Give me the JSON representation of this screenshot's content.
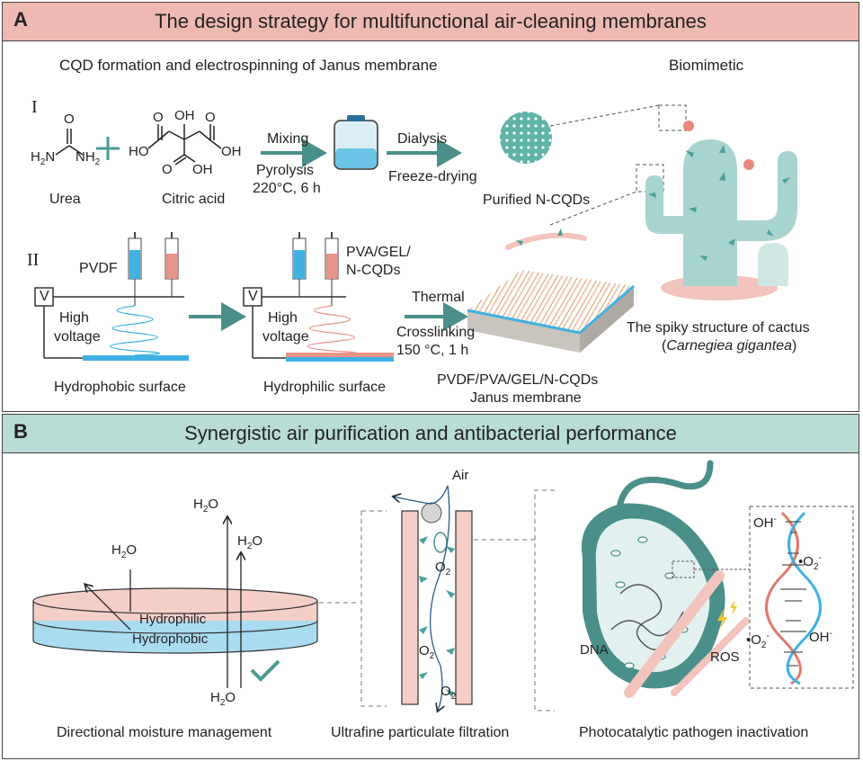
{
  "panel_a": {
    "letter": "A",
    "title": "The design strategy for multifunctional air-cleaning membranes",
    "subtitle_left": "CQD formation and electrospinning of Janus membrane",
    "subtitle_right": "Biomimetic",
    "step1_numeral": "I",
    "step2_numeral": "II",
    "urea_label": "Urea",
    "citric_acid_label": "Citric acid",
    "chem": {
      "h2n": "H",
      "h2n_sub": "2",
      "h2n_tail": "N",
      "nh2": "NH",
      "nh2_sub": "2",
      "o": "O",
      "oh": "OH",
      "ho": "HO"
    },
    "arrow1_top": "Mixing",
    "arrow1_bottom1": "Pyrolysis",
    "arrow1_bottom2": "220°C, 6 h",
    "arrow2_top": "Dialysis",
    "arrow2_bottom": "Freeze-drying",
    "cqd_label": "Purified N-CQDs",
    "pvdf_label": "PVDF",
    "pva_label1": "PVA/GEL/",
    "pva_label2": "N-CQDs",
    "voltage_symbol": "V",
    "high_label": "High",
    "voltage_label": "voltage",
    "hydrophobic_surface": "Hydrophobic surface",
    "hydrophilic_surface": "Hydrophilic surface",
    "thermal1": "Thermal",
    "thermal2": "Crosslinking",
    "thermal3": "150 °C, 1 h",
    "janus1": "PVDF/PVA/GEL/N-CQDs",
    "janus2": "Janus membrane",
    "cactus1": "The spiky structure of cactus",
    "cactus2_open": "(",
    "cactus2_italic": "Carnegiea gigantea",
    "cactus2_close": ")"
  },
  "panel_b": {
    "letter": "B",
    "title": "Synergistic air purification and antibacterial performance",
    "h2o": "H",
    "h2o_sub": "2",
    "h2o_tail": "O",
    "hydrophilic": "Hydrophilic",
    "hydrophobic": "Hydrophobic",
    "air": "Air",
    "o2": "O",
    "o2_sub": "2",
    "dna": "DNA",
    "ros": "ROS",
    "oh_minus": "OH",
    "minus": "-",
    "dot_o2": "•O",
    "cap1": "Directional moisture management",
    "cap2": "Ultrafine particulate filtration",
    "cap3": "Photocatalytic pathogen inactivation"
  },
  "colors": {
    "pink": "#eeb9b1",
    "teal": "#b8dcd6",
    "blue": "#3fb1e3",
    "salmon": "#e89488",
    "dark_teal": "#4a8f8a",
    "cactus": "#a8d4cf"
  }
}
